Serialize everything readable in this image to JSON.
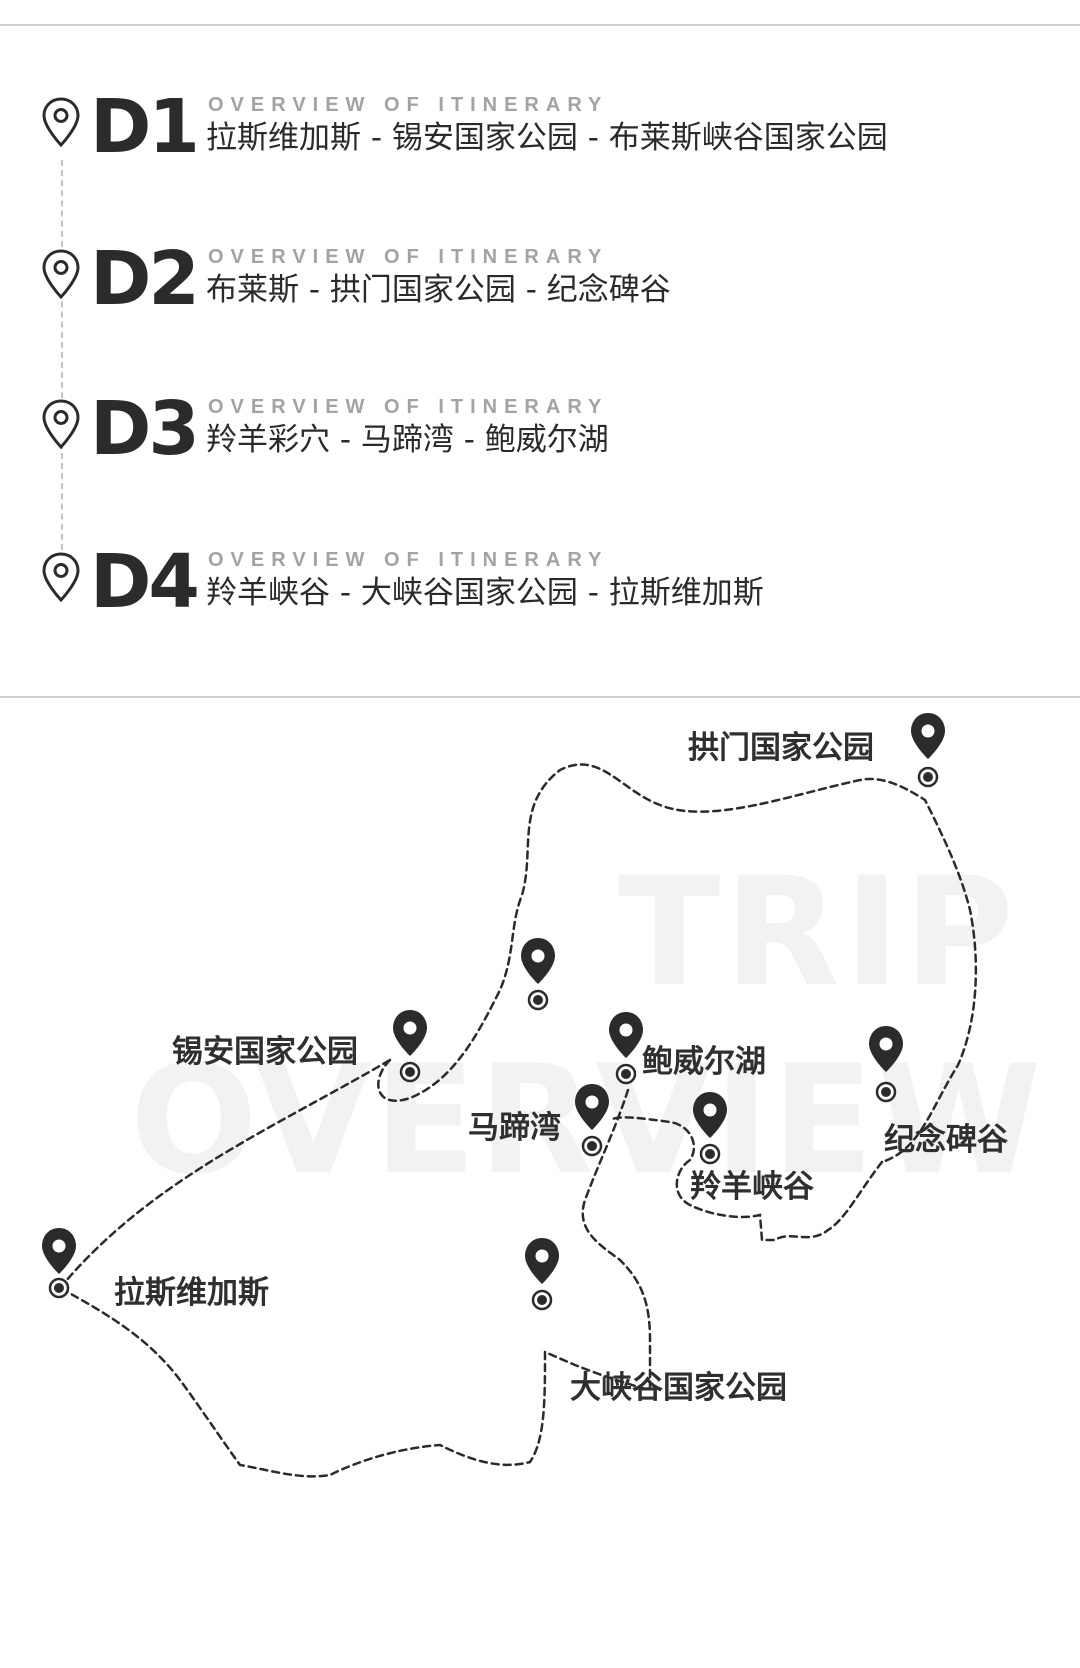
{
  "itinerary": {
    "days": [
      {
        "code": "D1",
        "eyebrow": "OVERVIEW OF ITINERARY",
        "route": "拉斯维加斯 - 锡安国家公园 - 布莱斯峡谷国家公园"
      },
      {
        "code": "D2",
        "eyebrow": "OVERVIEW OF ITINERARY",
        "route": "布莱斯 - 拱门国家公园 - 纪念碑谷"
      },
      {
        "code": "D3",
        "eyebrow": "OVERVIEW OF ITINERARY",
        "route": "羚羊彩穴 - 马蹄湾 - 鲍威尔湖"
      },
      {
        "code": "D4",
        "eyebrow": "OVERVIEW OF ITINERARY",
        "route": "羚羊峡谷 - 大峡谷国家公园 - 拉斯维加斯"
      }
    ]
  },
  "map": {
    "watermark": {
      "line1": "TRIP",
      "line2": "OVERVIEW"
    },
    "places": {
      "arches": "拱门国家公园",
      "zion": "锡安国家公园",
      "lake_powell": "鲍威尔湖",
      "horseshoe_bend": "马蹄湾",
      "monument_valley": "纪念碑谷",
      "antelope_canyon": "羚羊峡谷",
      "las_vegas": "拉斯维加斯",
      "grand_canyon": "大峡谷国家公园"
    },
    "icon_names": {
      "outline_pin": "location-pin-outline-icon",
      "map_pin": "map-pin-icon",
      "dot": "location-dot-icon"
    },
    "colors": {
      "ink": "#2b2b2b",
      "muted": "#a3a3a3",
      "watermark": "#f2f2f2",
      "rule": "#cfcfcf"
    }
  }
}
